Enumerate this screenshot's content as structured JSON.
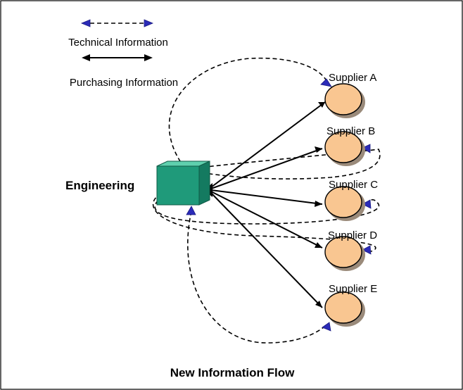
{
  "legend": {
    "technical_label": "Technical Information",
    "purchasing_label": "Purchasing Information"
  },
  "hub": {
    "label": "Engineering",
    "color": "#1f9a7a"
  },
  "suppliers": [
    {
      "label": "Supplier A"
    },
    {
      "label": "Supplier B"
    },
    {
      "label": "Supplier C"
    },
    {
      "label": "Supplier D"
    },
    {
      "label": "Supplier E"
    }
  ],
  "caption": "New Information Flow",
  "colors": {
    "technical_arrow": "#2b2bb8",
    "supplier_fill": "#f9c691"
  }
}
